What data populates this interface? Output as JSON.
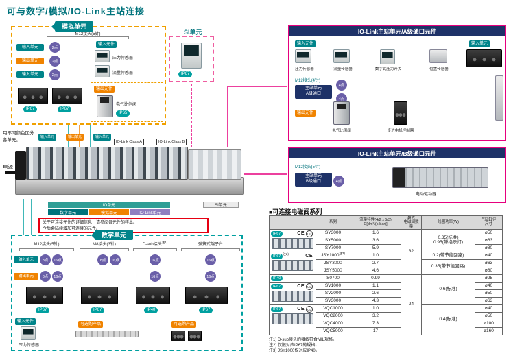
{
  "title": "可与数字/模拟/IO-Link主站连接",
  "colors": {
    "teal": "#00848a",
    "orange": "#f08300",
    "magenta": "#e6007e",
    "navy": "#1e3268",
    "purple": "#6a5fa8",
    "red": "#e60012"
  },
  "analog": {
    "header": "模拟单元",
    "connector": "M12接头(5针)",
    "units": [
      {
        "label": "输入单元",
        "points": "2点"
      },
      {
        "label": "输出单元",
        "points": "2点"
      },
      {
        "label": "输入单元",
        "points": "2点"
      }
    ],
    "ips": [
      "IP67",
      "IP67"
    ],
    "input_header": "输入元件",
    "sensors": [
      "压力传感器",
      "流量传感器"
    ],
    "output_header": "输出元件",
    "output_device": "电气比例阀",
    "output_ip": "IP65"
  },
  "si": {
    "label": "SI单元",
    "ip": "IP67"
  },
  "iolink_a": {
    "header": "IO-Link主站单元/A级通口元件",
    "input_header": "输入元件",
    "devices": [
      "压力传感器",
      "流量传感器",
      "数字式压力开关",
      "位置传感器"
    ],
    "input_unit": "输入单元",
    "connector": "M12接头(4针)",
    "points": [
      "4点",
      "4点"
    ],
    "master_line1": "主站单元",
    "master_line2": "A级通口",
    "output_header": "输出元件",
    "output_devices": [
      "电气比例阀",
      "步进电机控制器"
    ]
  },
  "iolink_b": {
    "header": "IO-Link主站单元/B级通口元件",
    "connector": "M12接头(5针)",
    "master_line1": "主站单元",
    "master_line2": "B级通口",
    "points": "4点",
    "device": "电动驱动器"
  },
  "manifold": {
    "power": "电源",
    "top_badges": [
      "输入单元",
      "输出单元",
      "输入单元"
    ],
    "class_a": "IO-Link Class A",
    "class_b": "IO-Link Class B"
  },
  "legend": {
    "note1": "用不同颜色区分",
    "note2": "各单元。",
    "io_bar": "IO单元",
    "si_bar": "SI单元",
    "bars": [
      "数字单元",
      "模拟单元",
      "IO-Link单元"
    ]
  },
  "notice": {
    "line1": "关于可连接元件的详细信息，请参阅各元件的样本。",
    "line2": "今后会陆续增加可连接的元件。"
  },
  "digital": {
    "header": "数字单元",
    "columns": [
      "M12接头(5针)",
      "M8接头(3针)",
      "D-sub接头",
      "弹簧式端子台"
    ],
    "col3_sup": "注1)",
    "row_labels": [
      "输入单元",
      "输出单元"
    ],
    "circles": [
      "8点",
      "16点",
      "8点",
      "16点",
      "16点",
      "16点",
      "8点",
      "16点",
      "16点",
      "16点"
    ],
    "ips": [
      "IP67",
      "IP67",
      "IP40",
      "IP67"
    ],
    "input_header": "输入元件",
    "sensor": "压力传感器",
    "optional": [
      "可选购产品",
      "可选购产品"
    ]
  },
  "valve_table": {
    "title": "■可连接电磁阀系列",
    "headers": {
      "series": "系列",
      "flow1": "流量特性(4/2→5/3)",
      "flow2": "C[dm³/(s·bar)]",
      "qty1": "最大",
      "qty2": "电磁阀数量",
      "power": "线圈功率(W)",
      "dia1": "气缸缸径",
      "dia2": "尺寸"
    },
    "groups": [
      {
        "ip": "IP67",
        "note": "",
        "marks": [
          "CE",
          "UL"
        ]
      },
      {
        "ip": "IP67",
        "note": "注2)",
        "marks": [
          "CE"
        ]
      },
      {
        "ip": "IP40",
        "note": ""
      },
      {
        "ip": "IP67",
        "note": "",
        "marks": [
          "CE",
          "UL"
        ]
      },
      {
        "ip": "IP67",
        "note": "",
        "marks": [
          "CE",
          "UL"
        ]
      }
    ],
    "rows": [
      {
        "series": "SY3000",
        "flow": "1.6",
        "dia": "ø50"
      },
      {
        "series": "SY5000",
        "flow": "3.6",
        "dia": "ø63"
      },
      {
        "series": "SY7000",
        "flow": "5.9",
        "dia": "ø80"
      },
      {
        "series": "JSY1000",
        "sup": "注3)",
        "flow": "1.0",
        "dia": "ø40"
      },
      {
        "series": "JSY3000",
        "flow": "2.7",
        "dia": "ø63"
      },
      {
        "series": "JSY5000",
        "flow": "4.6",
        "dia": "ø80"
      },
      {
        "series": "S0700",
        "flow": "0.99",
        "dia": "ø25"
      },
      {
        "series": "SV1000",
        "flow": "1.1",
        "dia": "ø40"
      },
      {
        "series": "SV2000",
        "flow": "2.6",
        "dia": "ø50"
      },
      {
        "series": "SV3000",
        "flow": "4.3",
        "dia": "ø63"
      },
      {
        "series": "VQC1000",
        "flow": "1.0",
        "dia": "ø40"
      },
      {
        "series": "VQC2000",
        "flow": "3.2",
        "dia": "ø50"
      },
      {
        "series": "VQC4000",
        "flow": "7.3",
        "dia": "ø100"
      },
      {
        "series": "VQC5000",
        "flow": "17",
        "dia": "ø160"
      }
    ],
    "qty": [
      "32",
      "24"
    ],
    "power1a": "0.35(标准)",
    "power1b": "0.95(带指示灯)",
    "power2": "0.2(带节能回路)",
    "power3": "0.35(带节能回路)",
    "power4": "0.6(标准)",
    "power5": "0.4(标准)",
    "notes": [
      "注1) D-sub接头的接线符合MIL规格。",
      "注2) 仅限对应IP67的规格。",
      "注3) JSY1000仅对应IP40。"
    ]
  }
}
